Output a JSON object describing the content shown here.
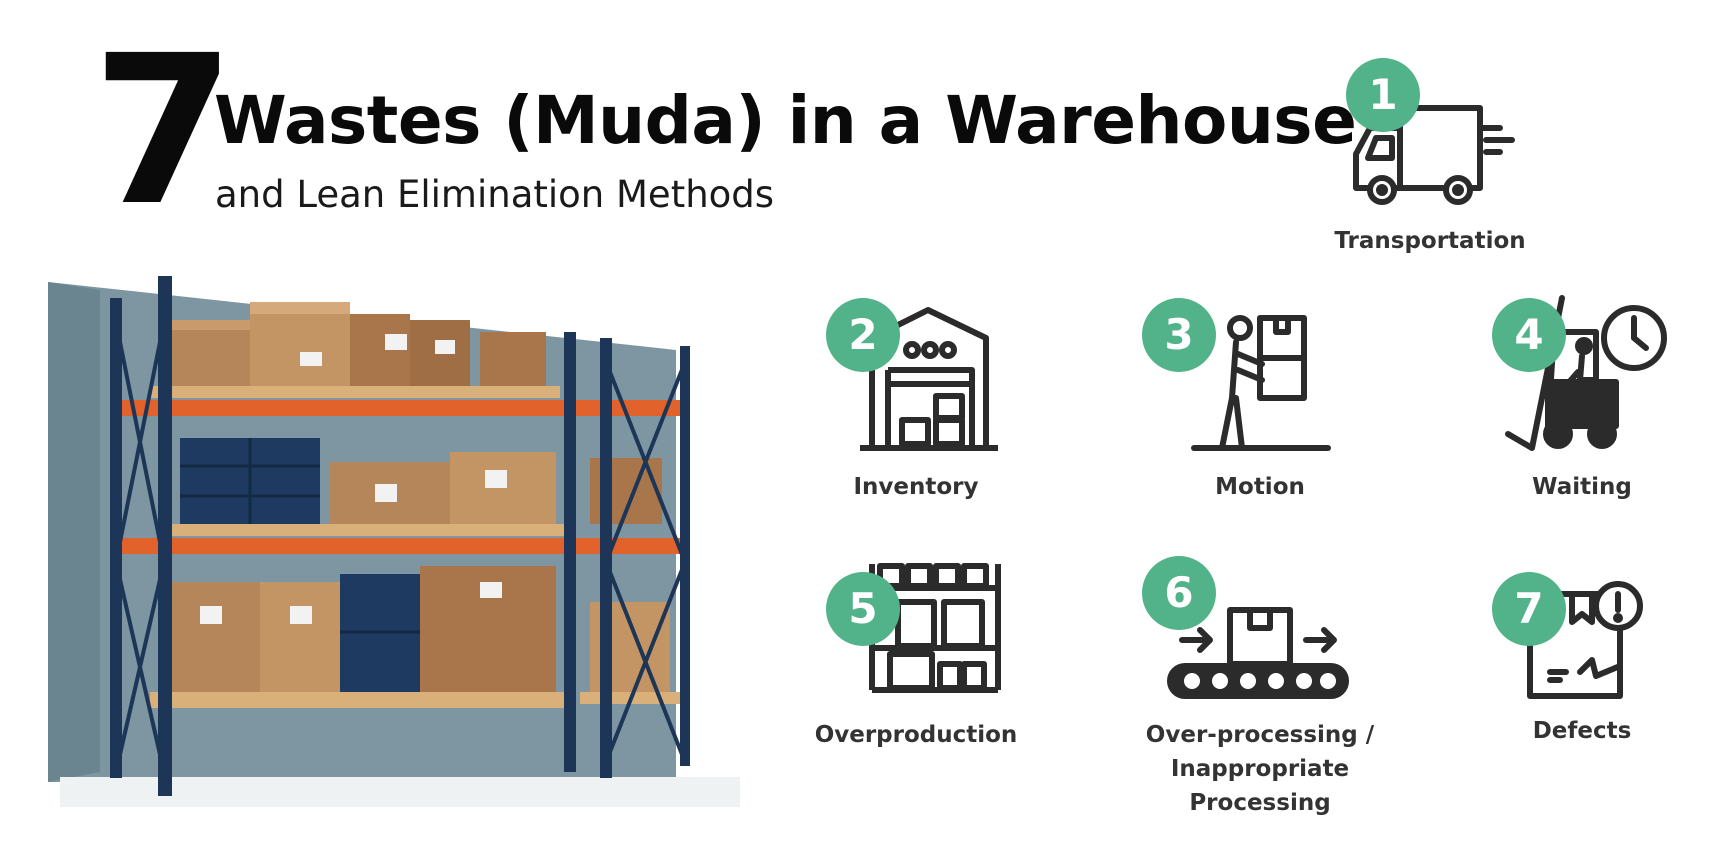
{
  "header": {
    "number": "7",
    "title": "Wastes (Muda) in a Warehouse",
    "subtitle": "and Lean Elimination Methods"
  },
  "illustration": {
    "icon": "warehouse-racking-illustration"
  },
  "colors": {
    "badge": "#52b38a",
    "icon_stroke": "#2b2b2b",
    "label": "#333333",
    "rack_orange": "#e2622b",
    "rack_navy": "#1d3556"
  },
  "wastes": [
    {
      "number": "1",
      "label": "Transportation",
      "icon": "delivery-truck-icon"
    },
    {
      "number": "2",
      "label": "Inventory",
      "icon": "warehouse-building-icon"
    },
    {
      "number": "3",
      "label": "Motion",
      "icon": "worker-carrying-box-icon"
    },
    {
      "number": "4",
      "label": "Waiting",
      "icon": "forklift-clock-icon"
    },
    {
      "number": "5",
      "label": "Overproduction",
      "icon": "shelves-boxes-icon"
    },
    {
      "number": "6",
      "lines": [
        "Over-processing /",
        "Inappropriate",
        "Processing"
      ],
      "icon": "conveyor-belt-icon"
    },
    {
      "number": "7",
      "label": "Defects",
      "icon": "damaged-box-alert-icon"
    }
  ]
}
